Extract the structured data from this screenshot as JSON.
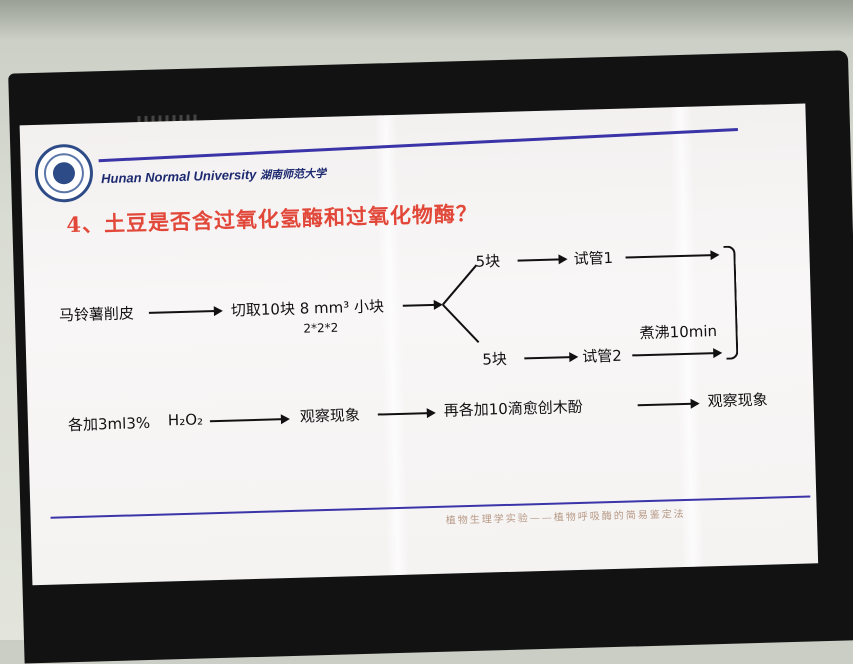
{
  "header": {
    "university_en": "Hunan Normal University",
    "university_cn": "湖南师范大学"
  },
  "slide": {
    "title": "4、土豆是否含过氧化氢酶和过氧化物酶？",
    "step1": "马铃薯削皮",
    "step2": "切取10块 8 mm³ 小块",
    "step2_sub": "2*2*2",
    "branch_top_count": "5块",
    "branch_top_tube": "试管1",
    "branch_bottom_count": "5块",
    "branch_bottom_tube": "试管2",
    "boil_label": "煮沸10min",
    "row2_add": "各加3ml3%",
    "row2_reagent": "H₂O₂",
    "row2_observe1": "观察现象",
    "row2_add2": "再各加10滴愈创木酚",
    "row2_observe2": "观察现象",
    "footer": "植物生理学实验——植物呼吸酶的简易鉴定法"
  },
  "colors": {
    "title": "#e2483a",
    "rule": "#3a34a8",
    "screen_bg": "#f5f2f2"
  }
}
